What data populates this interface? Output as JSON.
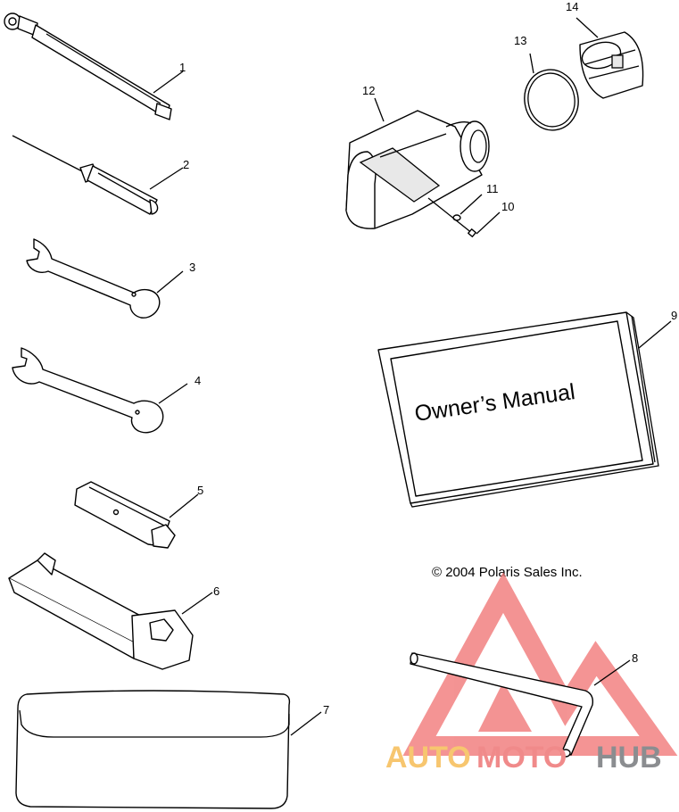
{
  "diagram": {
    "callouts": {
      "c1": "1",
      "c2": "2",
      "c3": "3",
      "c4": "4",
      "c5": "5",
      "c6": "6",
      "c7": "7",
      "c8": "8",
      "c9": "9",
      "c10": "10",
      "c11": "11",
      "c12": "12",
      "c13": "13",
      "c14": "14"
    },
    "manual_title": "Owner’s Manual",
    "copyright": "© 2004 Polaris Sales Inc."
  },
  "watermark": {
    "part1": "AUTO",
    "part2": "MOTO",
    "part3": "HUB",
    "colors": {
      "auto": "#f7c66f",
      "moto": "#f08a8a",
      "hub": "#8b8d90",
      "logo": "#f07070"
    }
  }
}
